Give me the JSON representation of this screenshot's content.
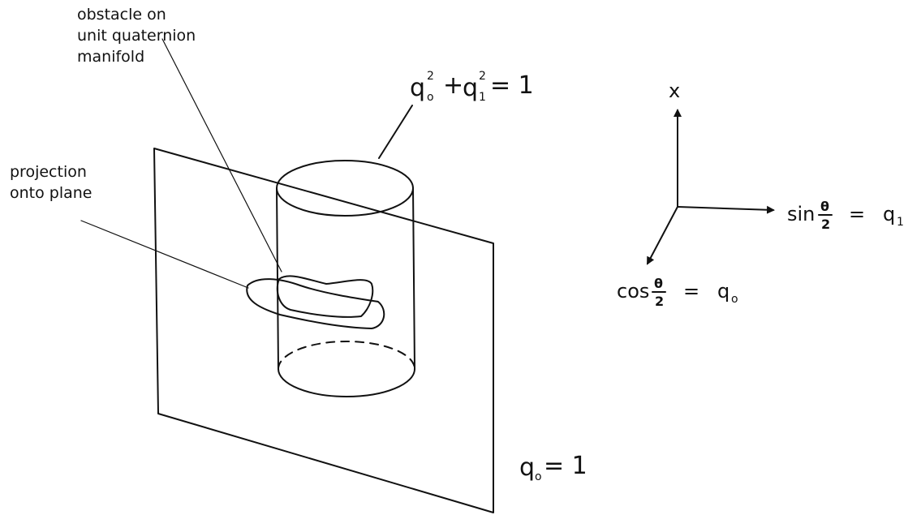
{
  "labels": {
    "obstacle": [
      "obstacle on",
      "unit quaternion",
      "manifold"
    ],
    "projection": [
      "projection",
      "onto plane"
    ],
    "circle_eq": {
      "a": "q",
      "a_sub": "o",
      "a_sup": "2",
      "plus": "+",
      "b": "q",
      "b_sub": "1",
      "b_sup": "2",
      "rest": "= 1"
    },
    "plane_eq": {
      "var": "q",
      "sub": "o",
      "rest": "= 1"
    },
    "axis_x": "x",
    "axis_sin": {
      "fn": "sin",
      "num": "θ",
      "den": "2",
      "rest": "=",
      "var": "q",
      "sub": "1"
    },
    "axis_cos": {
      "fn": "cos",
      "num": "θ",
      "den": "2",
      "rest": "=",
      "var": "q",
      "sub": "o"
    }
  }
}
